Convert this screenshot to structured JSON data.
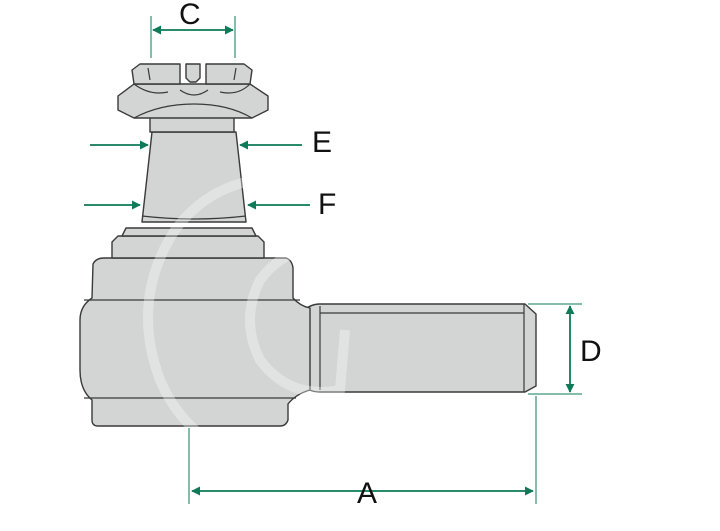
{
  "labels": {
    "a": "A",
    "c": "C",
    "d": "D",
    "e": "E",
    "f": "F"
  },
  "colors": {
    "part_fill": "#d2d5d4",
    "part_fill_light": "#e4e6e5",
    "part_outline": "#3a3a3a",
    "dimension_arrow": "#0e7a57",
    "watermark": "#ffffff"
  }
}
